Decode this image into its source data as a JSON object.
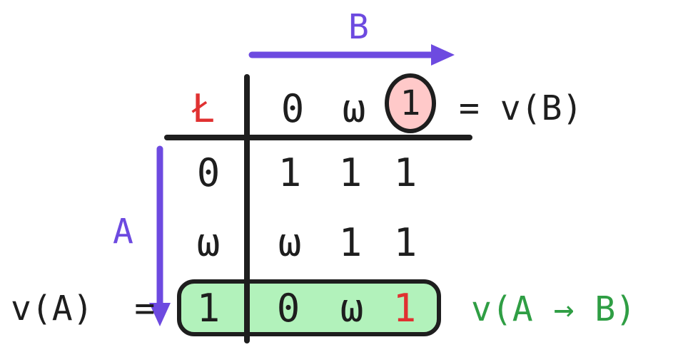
{
  "colors": {
    "ink": "#1e1e1e",
    "purple": "#6d4ae0",
    "red": "#e03131",
    "green": "#2f9e44",
    "green_fill": "#b2f2bb",
    "pink_fill": "#ffc9c9"
  },
  "axes": {
    "col_label": "B",
    "row_label": "A"
  },
  "labels": {
    "row_value_prefix": "v(A)  =",
    "col_value_suffix": "= v(B)",
    "result": "v(A → B)"
  },
  "table": {
    "corner": "Ł",
    "col_headers": [
      "0",
      "ω",
      "1"
    ],
    "rows": [
      {
        "header": "0",
        "values": [
          "1",
          "1",
          "1"
        ]
      },
      {
        "header": "ω",
        "values": [
          "ω",
          "1",
          "1"
        ]
      },
      {
        "header": "1",
        "values": [
          "0",
          "ω",
          "1"
        ]
      }
    ]
  }
}
